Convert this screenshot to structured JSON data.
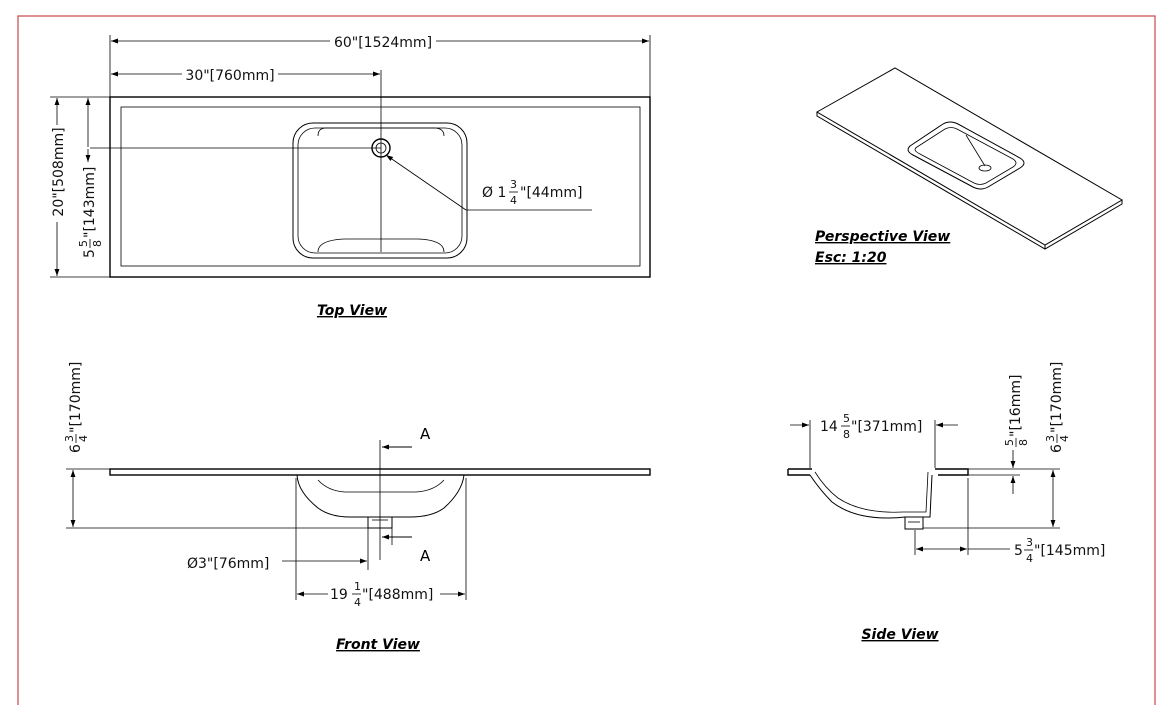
{
  "colors": {
    "frame": "#c8464b",
    "line": "#000000"
  },
  "views": {
    "top": "Top View",
    "perspective": "Perspective View",
    "scale": "Esc: 1:20",
    "front": "Front View",
    "side": "Side View"
  },
  "top_view": {
    "overall_width": "60\"[1524mm]",
    "drain_offset": "30\"[760mm]",
    "depth": "20\"[508mm]",
    "bowl_offset_whole": "5",
    "bowl_offset_num": "5",
    "bowl_offset_den": "8",
    "bowl_offset_mm": "\"[143mm]",
    "drain_dia_prefix": "Ø 1",
    "drain_dia_num": "3",
    "drain_dia_den": "4",
    "drain_dia_mm": "\"[44mm]"
  },
  "front_view": {
    "height_whole": "6",
    "height_num": "3",
    "height_den": "4",
    "height_mm": "\"[170mm]",
    "section_label_top": "A",
    "section_label_bottom": "A",
    "outlet_dia": "Ø3\"[76mm]",
    "bowl_width_whole": "19",
    "bowl_width_num": "1",
    "bowl_width_den": "4",
    "bowl_width_mm": "\"[488mm]"
  },
  "side_view": {
    "bowl_depth_whole": "14",
    "bowl_depth_num": "5",
    "bowl_depth_den": "8",
    "bowl_depth_mm": "\"[371mm]",
    "thickness_num": "5",
    "thickness_den": "8",
    "thickness_mm": "\"[16mm]",
    "height_whole": "6",
    "height_num": "3",
    "height_den": "4",
    "height_mm": "\"[170mm]",
    "drain_offset_whole": "5",
    "drain_offset_num": "3",
    "drain_offset_den": "4",
    "drain_offset_mm": "\"[145mm]"
  }
}
